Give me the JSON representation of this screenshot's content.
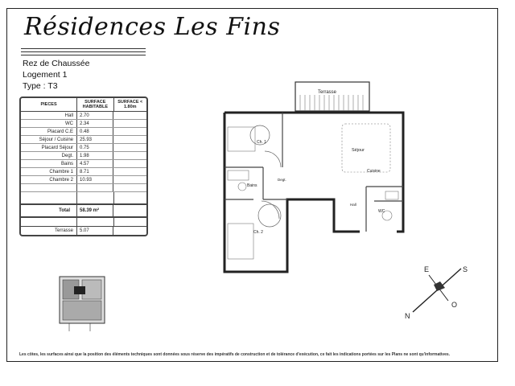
{
  "title": "Résidences Les Fins",
  "info": {
    "level": "Rez de Chaussée",
    "unit": "Logement 1",
    "type": "Type : T3"
  },
  "table": {
    "headers": [
      "PIECES",
      "SURFACE HABITABLE",
      "SURFACE < 1.80m"
    ],
    "rows": [
      {
        "room": "Hall",
        "area": "2.70"
      },
      {
        "room": "WC",
        "area": "2.34"
      },
      {
        "room": "Placard C.E",
        "area": "0.48"
      },
      {
        "room": "Séjour / Cuisine",
        "area": "25.93"
      },
      {
        "room": "Placard Séjour",
        "area": "0.75"
      },
      {
        "room": "Degt.",
        "area": "1.98"
      },
      {
        "room": "Bains",
        "area": "4.57"
      },
      {
        "room": "Chambre 1",
        "area": "8.71"
      },
      {
        "room": "Chambre 2",
        "area": "10.93"
      }
    ],
    "total_label": "Total",
    "total_value": "58.39  m²",
    "terrace_label": "Terrasse",
    "terrace_value": "5.07"
  },
  "plan": {
    "terrace": "Terrasse",
    "sejour": "Séjour",
    "cuisine": "Cuisine",
    "ch1": "Ch. 1",
    "ch2": "Ch. 2",
    "bains": "Bains",
    "degt": "Degt.",
    "hall": "Hall",
    "wc": "WC"
  },
  "compass": {
    "e": "E",
    "s": "S",
    "o": "O",
    "n": "N"
  },
  "footer": "Les côtes, les surfaces ainsi que la position des éléments techniques sont données sous réserve des impératifs de construction et de tolérance d'exécution, ce fait les indications portées sur les Plans ne sont qu'informatives."
}
